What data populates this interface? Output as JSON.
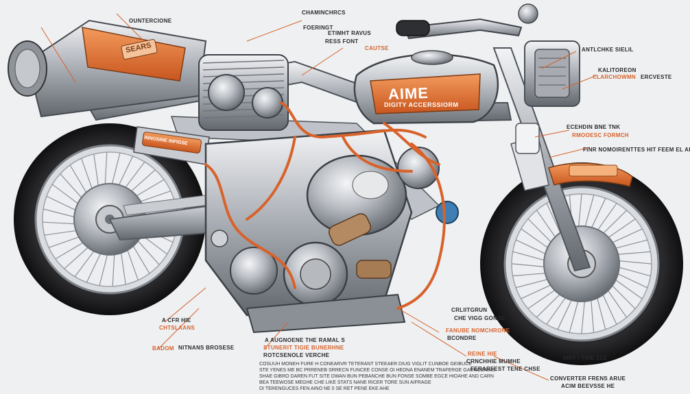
{
  "colors": {
    "background": "#eef0f2",
    "accent_orange": "#e07a3c",
    "chrome": "#b8bcc2",
    "tire": "#1c1c1e",
    "leader_line": "#d8622a"
  },
  "tank": {
    "brand": "AIME",
    "subtitle": "DIGITY ACCERSSIORM"
  },
  "rear_fairing_badge": "SEARS",
  "side_cover_badge": "INNOSINE INFIGSE",
  "callouts": {
    "top_center_1": "CHAMINCHRCS",
    "top_center_2": "FOERINGT",
    "top_center_3": "ETIMHT RAVUS",
    "top_center_4": "RESS FONT",
    "top_center_5": "CAUTSE",
    "top_left_1": "OUNTERCIONE",
    "right_top": "ANTLCHKE SIELIL",
    "right_mid_1": "KALITOREON",
    "right_mid_2": "CLARCHOWMN",
    "right_mid_3": "ERCVESTE",
    "right_lower_1": "ECEHDIN BNE TNK",
    "right_lower_2": "RMOOESC FORMCH",
    "right_lower_3": "FINR NOMOIRENTTES HIT FEEM EL AIR",
    "bottom_left_1": "A CFR HIE",
    "bottom_left_2": "CHTSLAANS",
    "bottom_left_3": "BADOM",
    "bottom_left_4": "NITNANS BROSESE",
    "bottom_center_1": "A AUGNOENE THE RAMAL S",
    "bottom_center_2": "STUNERIT TIGIE BUNERHNE",
    "bottom_center_3": "ROTCSENOLE VERCHE",
    "bottom_mid_1": "CRLIITGRUN",
    "bottom_mid_2": "CHE VIGG GONSE",
    "bottom_right_1": "FANUBE NOMCHRONE",
    "bottom_right_2": "BCONDRE",
    "bottom_right_3": "REINE HIE",
    "bottom_right_4": "CRNCHHIE MUMHE",
    "bottom_right_5": "FERARFEST TENE CHSE",
    "bottom_right_6": "ARIT I TIRE ZLE",
    "far_right_bottom": "CONVERTER FRENS ARUE",
    "far_right_bottom_2": "ACIM BEEVSSE HE"
  },
  "text_block": [
    "COSUUH MONEH FURE H CONEARVR TETERANT STEEAER DIUG VIGLIT CUNBOE GEIBUCE",
    "STE YENES ME BC PRRENEB SRRECN FUNCEE CONSE OI HEDNA ENANEM TRAFERGE GAUNCEAIME",
    "SHAE GIBRO DAREN FUT SITE DWAN BUN PEBANCHE BUN FONSE SOMBE EGCE HIOAHE AND CARN",
    "BEA TEEWOSE MEGHE CHE LIKE STATS NANE RICER TORE SUN AIFRAGE",
    "DI TERENGUCES FEN AINO NE 0 SE RET PENE EKE AHE"
  ]
}
